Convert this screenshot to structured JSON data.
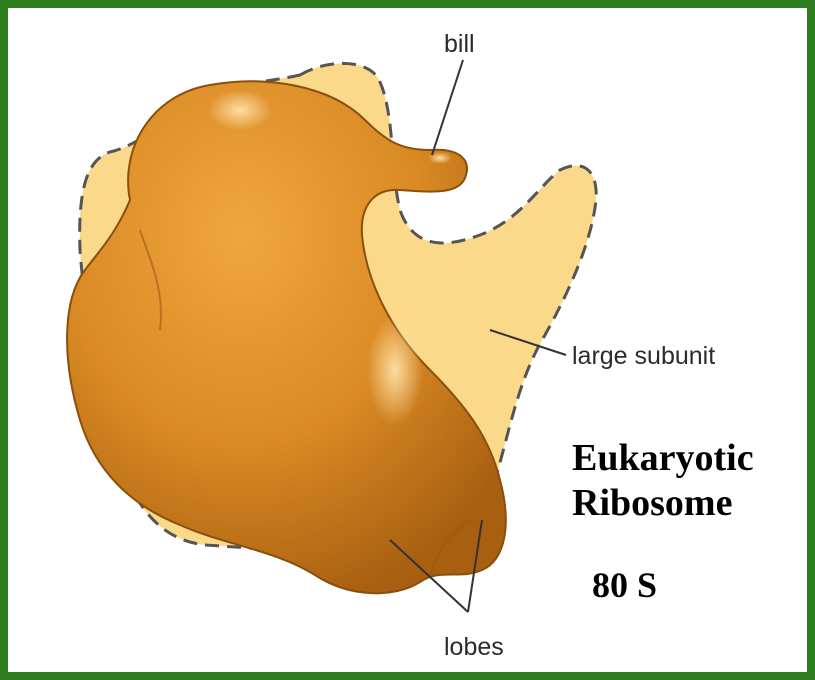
{
  "diagram": {
    "labels": {
      "bill": "bill",
      "large_subunit": "large subunit",
      "lobes": "lobes"
    },
    "title": {
      "line1": "Eukaryotic",
      "line2": "Ribosome"
    },
    "sedimentation": "80 S",
    "colors": {
      "frame_border": "#2e7d1f",
      "small_subunit": "#d78a22",
      "large_subunit": "#fbd98a",
      "outline_dash": "#555555"
    }
  }
}
